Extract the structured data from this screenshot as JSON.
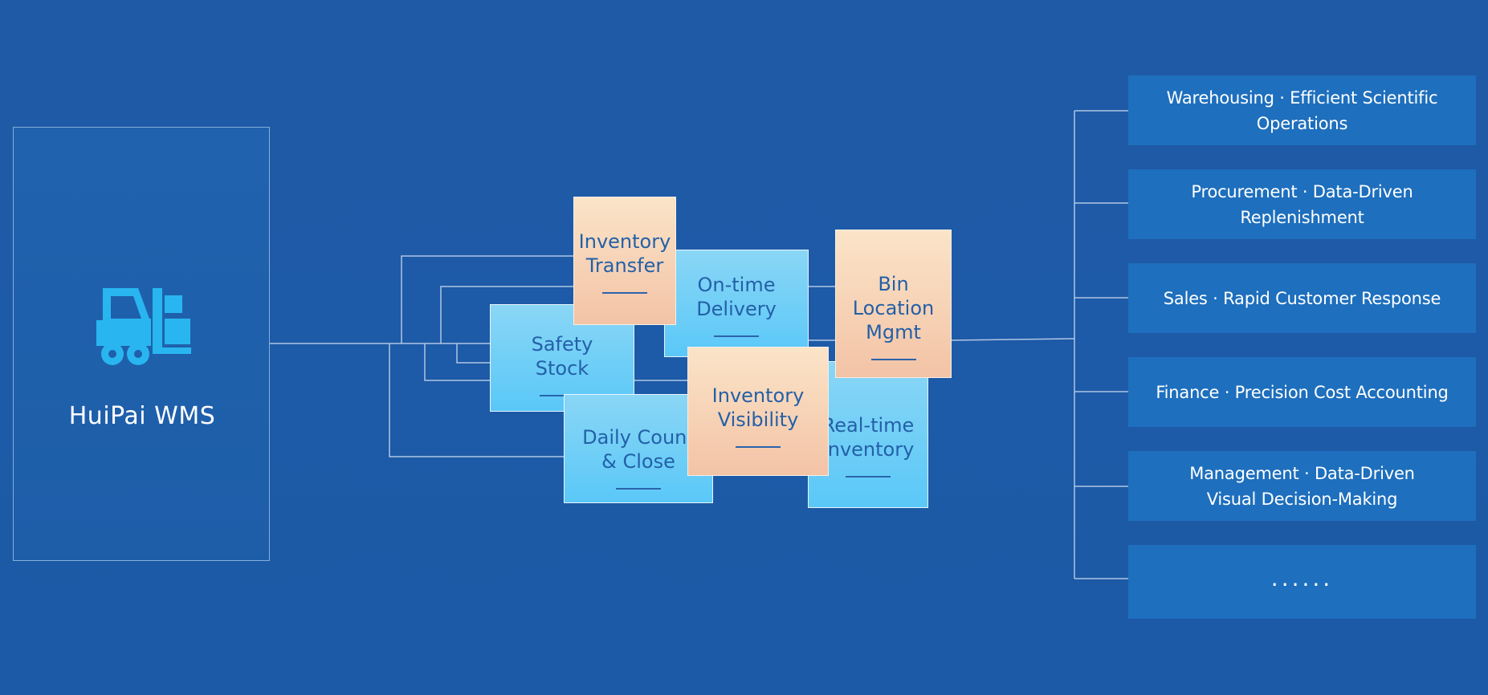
{
  "system": {
    "title": "HuiPai WMS",
    "icon": "forklift-icon",
    "icon_color": "#29b6f0"
  },
  "modules": [
    {
      "label": "Safety\nStock",
      "color": "blue"
    },
    {
      "label": "On-time\nDelivery",
      "color": "blue"
    },
    {
      "label": "Inventory\nTransfer",
      "color": "orange"
    },
    {
      "label": "Daily Count\n& Close",
      "color": "blue"
    },
    {
      "label": "Real-time\nInventory",
      "color": "blue"
    },
    {
      "label": "Inventory\nVisibility",
      "color": "orange"
    },
    {
      "label": "Bin Location\nMgmt",
      "color": "orange"
    }
  ],
  "benefits": [
    "Warehousing · Efficient Scientific Operations",
    "Procurement · Data-Driven Replenishment",
    "Sales · Rapid Customer Response",
    "Finance · Precision Cost Accounting",
    "Management · Data-Driven\nVisual Decision-Making",
    "......"
  ],
  "colors": {
    "background": "#1d5aa7",
    "module_blue": "#5ac8f8",
    "module_orange": "#f3c3a6",
    "benefit_box": "#1e6fbd",
    "connector": "#c9d9ee"
  }
}
